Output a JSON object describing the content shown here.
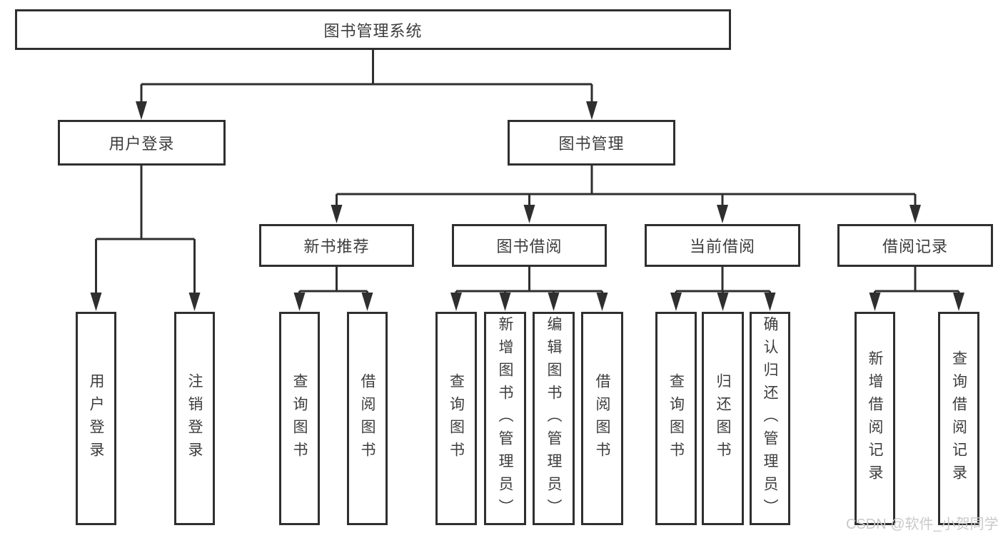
{
  "tree": {
    "root": {
      "label": "图书管理系统"
    },
    "branches": [
      {
        "label": "用户登录",
        "children": [
          "用户登录",
          "注销登录"
        ]
      },
      {
        "label": "图书管理",
        "groups": [
          {
            "label": "新书推荐",
            "children": [
              "查询图书",
              "借阅图书"
            ]
          },
          {
            "label": "图书借阅",
            "children": [
              "查询图书",
              "新增图书（管理员）",
              "编辑图书（管理员）",
              "借阅图书"
            ]
          },
          {
            "label": "当前借阅",
            "children": [
              "查询图书",
              "归还图书",
              "确认归还（管理员）"
            ]
          },
          {
            "label": "借阅记录",
            "children": [
              "新增借阅记录",
              "查询借阅记录"
            ]
          }
        ]
      }
    ]
  },
  "watermark": {
    "text": "CSDN @软件_小贺同学",
    "color": "#c9c9c9"
  },
  "colors": {
    "line": "#2f2f2f",
    "text": "#3d3d3d",
    "background": "#ffffff"
  }
}
